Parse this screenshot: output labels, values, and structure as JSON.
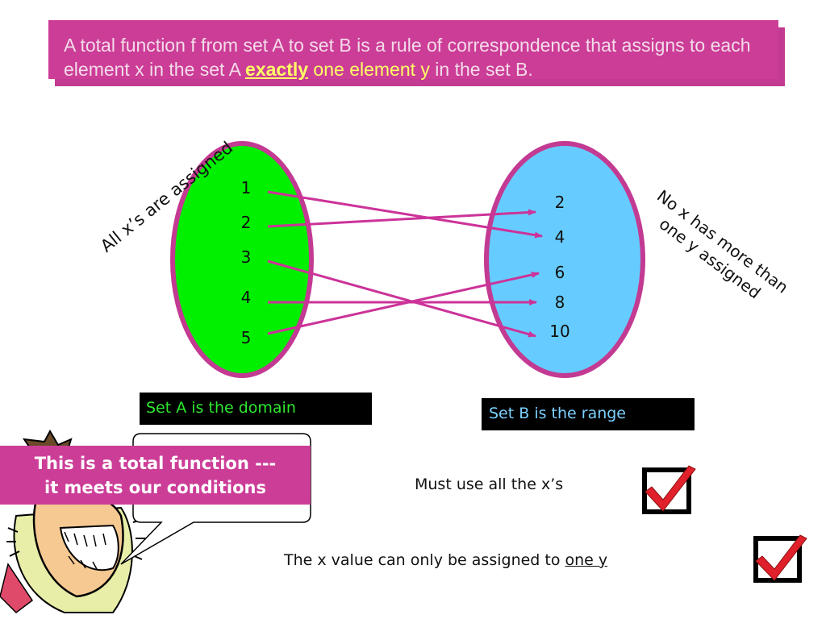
{
  "title": {
    "part1": "A total function f from set A to set B is a rule of correspondence that assigns to each element x in the set A ",
    "exactly": "exactly",
    "one_element_y": " one element y",
    "part2": " in the set B."
  },
  "set_a": {
    "elements": [
      "1",
      "2",
      "3",
      "4",
      "5"
    ],
    "fill": "#00f000",
    "stroke": "#c33a92"
  },
  "set_b": {
    "elements": [
      "2",
      "4",
      "6",
      "8",
      "10"
    ],
    "fill": "#66ccff",
    "stroke": "#c33a92"
  },
  "mappings": [
    {
      "from": "1",
      "to": "4"
    },
    {
      "from": "2",
      "to": "2"
    },
    {
      "from": "3",
      "to": "10"
    },
    {
      "from": "4",
      "to": "8"
    },
    {
      "from": "5",
      "to": "6"
    }
  ],
  "arrow_color": "#cc3399",
  "left_note": "All x’s are assigned",
  "right_note": {
    "line1": "No x has more than",
    "line2": "one y assigned"
  },
  "domain_label": "Set A is the domain",
  "range_label": "Set B is the range",
  "callout": {
    "line1": "This is a total function ---",
    "line2": "it meets our conditions"
  },
  "conditions": [
    {
      "text": "Must use all the x’s"
    },
    {
      "text": "The x value can only be assigned to ",
      "underlined": "one y"
    }
  ],
  "colors": {
    "banner": "#cc3d97",
    "check_red": "#e0202a",
    "check_box": "#000000"
  }
}
